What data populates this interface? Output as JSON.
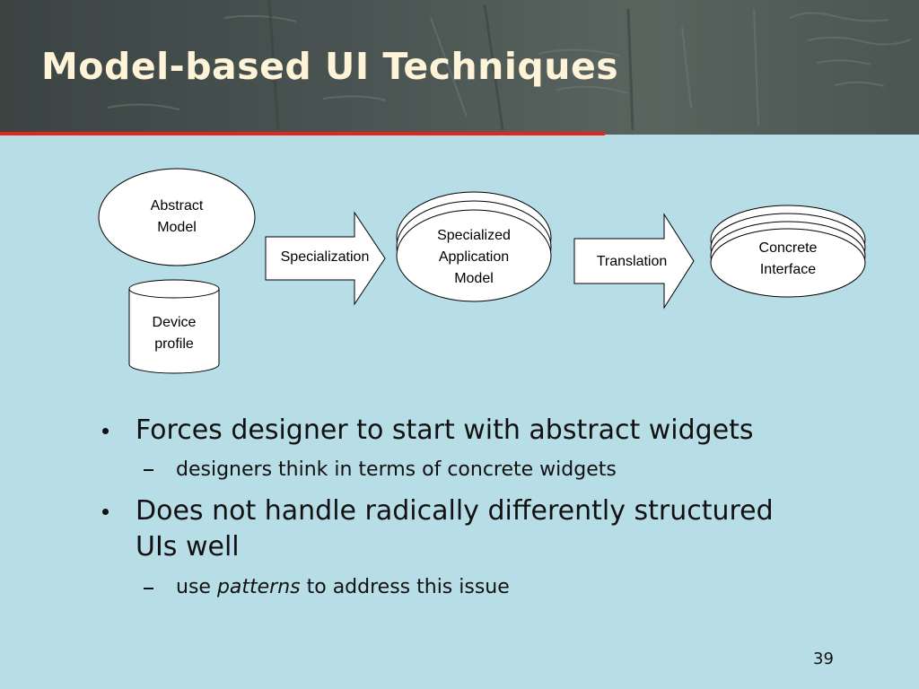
{
  "slide": {
    "title": "Model-based UI Techniques",
    "page_number": "39",
    "colors": {
      "background": "#b7dde7",
      "header": "#4a5553",
      "title_text": "#fff4d8",
      "title_rule": "#e8231d"
    }
  },
  "diagram": {
    "abstract_model": "Abstract\nModel",
    "device_profile": "Device\nprofile",
    "specialization": "Specialization",
    "specialized_model": "Specialized\nApplication\nModel",
    "translation": "Translation",
    "concrete_interface": "Concrete\nInterface"
  },
  "bullets": [
    {
      "text": "Forces designer to start with abstract widgets",
      "sub": [
        {
          "text": "designers think in terms of concrete widgets"
        }
      ]
    },
    {
      "text_line1": "Does not handle radically differently structured",
      "text_line2": "UIs well",
      "sub": [
        {
          "prefix": "use ",
          "emphasis": "patterns",
          "suffix": " to address this issue"
        }
      ]
    }
  ]
}
